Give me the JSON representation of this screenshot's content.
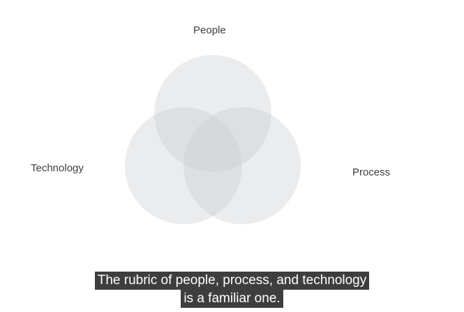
{
  "diagram": {
    "type": "venn",
    "circle_color": "#c9ced1",
    "circles": [
      {
        "id": "people",
        "label": "People"
      },
      {
        "id": "technology",
        "label": "Technology"
      },
      {
        "id": "process",
        "label": "Process"
      }
    ]
  },
  "caption": {
    "lines": [
      "The rubric of people, process, and technology",
      "is a familiar one."
    ],
    "background": "#222222",
    "text_color": "#ffffff"
  }
}
